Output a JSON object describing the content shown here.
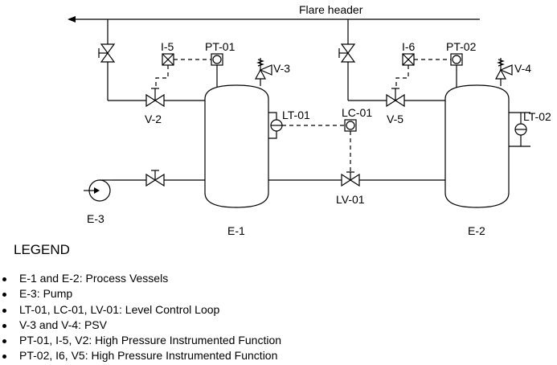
{
  "header_label": "Flare header",
  "tags": {
    "i5": "I-5",
    "pt01": "PT-01",
    "v3": "V-3",
    "v2": "V-2",
    "lt01": "LT-01",
    "lc01": "LC-01",
    "i6": "I-6",
    "pt02": "PT-02",
    "v4": "V-4",
    "v5": "V-5",
    "lt02": "LT-02",
    "lv01": "LV-01",
    "e3": "E-3",
    "e1": "E-1",
    "e2": "E-2"
  },
  "legend": {
    "title": "LEGEND",
    "items": [
      "E-1 and E-2: Process Vessels",
      "E-3: Pump",
      "LT-01, LC-01, LV-01: Level Control Loop",
      "V-3 and V-4: PSV",
      "PT-01, I-5, V2: High Pressure Instrumented Function",
      "PT-02, I6, V5: High Pressure Instrumented Function"
    ]
  }
}
